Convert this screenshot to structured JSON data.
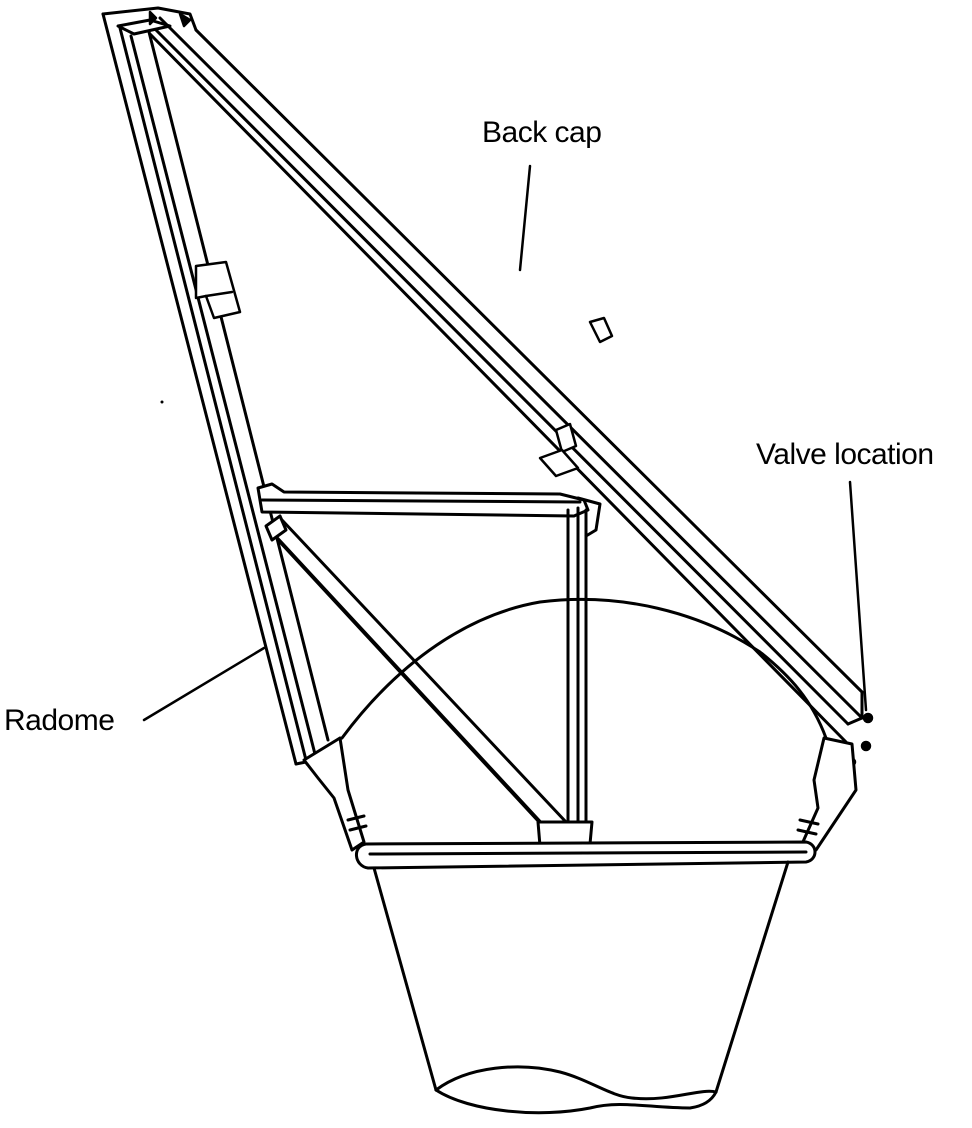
{
  "labels": {
    "back_cap": "Back cap",
    "valve_location": "Valve location",
    "radome": "Radome"
  },
  "colors": {
    "ink": "#000000",
    "paper": "#ffffff"
  }
}
